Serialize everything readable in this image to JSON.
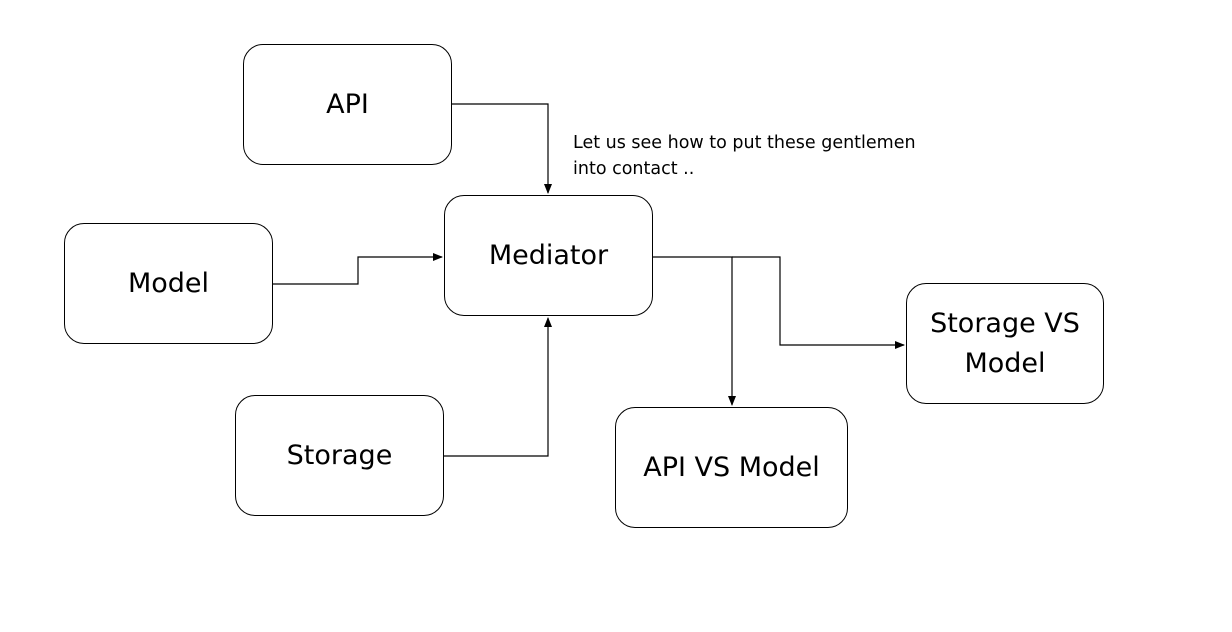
{
  "diagram": {
    "nodes": {
      "api": "API",
      "model": "Model",
      "mediator": "Mediator",
      "storage": "Storage",
      "api_vs_model": "API VS Model",
      "storage_vs_model": "Storage VS\nModel"
    },
    "note": "Let us see how to put these gentlemen\ninto contact ..",
    "edges": [
      {
        "from": "API",
        "to": "Mediator"
      },
      {
        "from": "Model",
        "to": "Mediator"
      },
      {
        "from": "Storage",
        "to": "Mediator"
      },
      {
        "from": "Mediator",
        "to": "API VS Model"
      },
      {
        "from": "Mediator",
        "to": "Storage VS Model"
      }
    ],
    "colors": {
      "stroke": "#000000",
      "background": "#ffffff"
    }
  }
}
